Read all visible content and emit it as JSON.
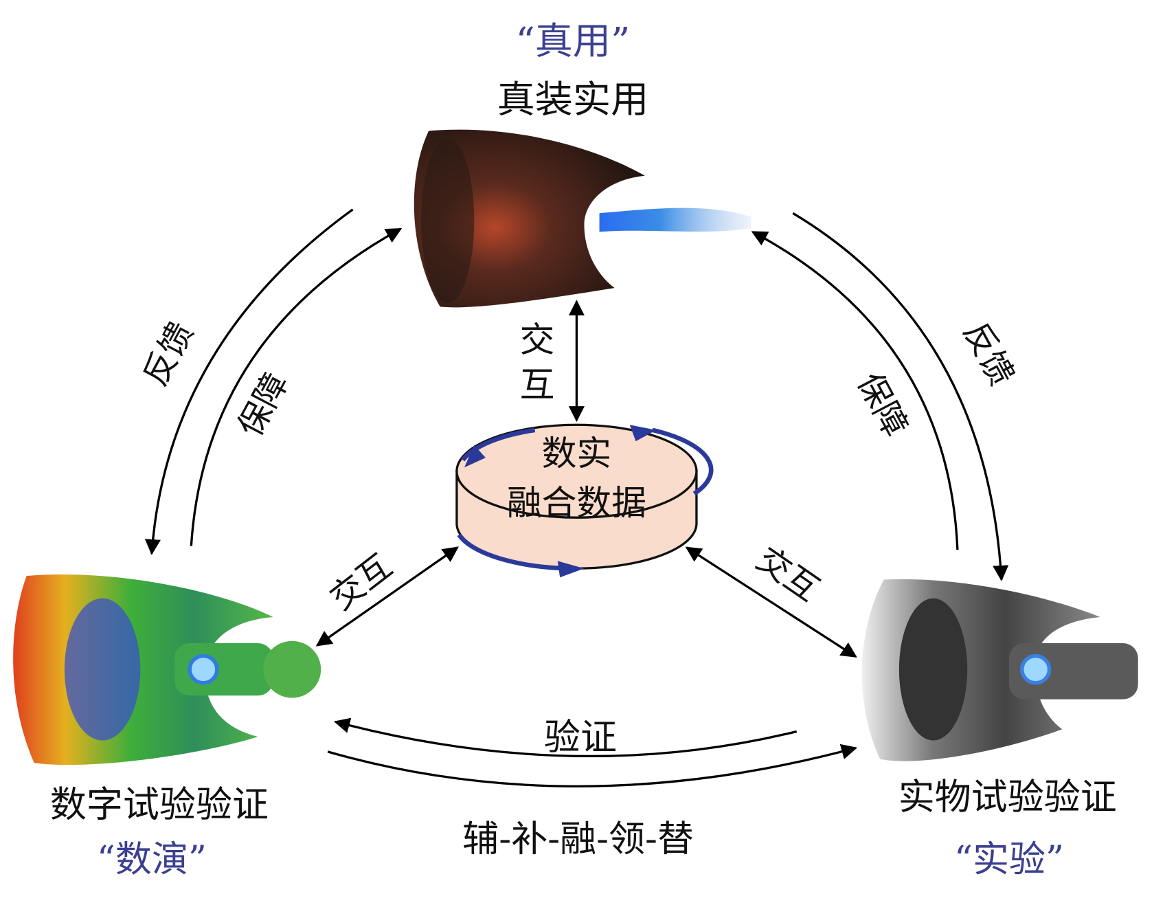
{
  "top": {
    "quote": "“真用”",
    "title": "真装实用"
  },
  "left": {
    "title": "数字试验验证",
    "quote": "“数演”"
  },
  "right": {
    "title": "实物试验验证",
    "quote": "“实验”"
  },
  "center": {
    "line1": "数实",
    "line2": "融合数据"
  },
  "labels": {
    "interact_top_1": "交",
    "interact_top_2": "互",
    "interact_left": "交互",
    "interact_right": "交互",
    "feedback_left": "反馈",
    "support_left": "保障",
    "feedback_right": "反馈",
    "support_right": "保障",
    "verify": "验证",
    "progression": "辅-补-融-领-替"
  },
  "colors": {
    "accent_blue": "#3b3f8f",
    "cylinder": "#f9dccb",
    "ring": "#2b3a9a"
  }
}
